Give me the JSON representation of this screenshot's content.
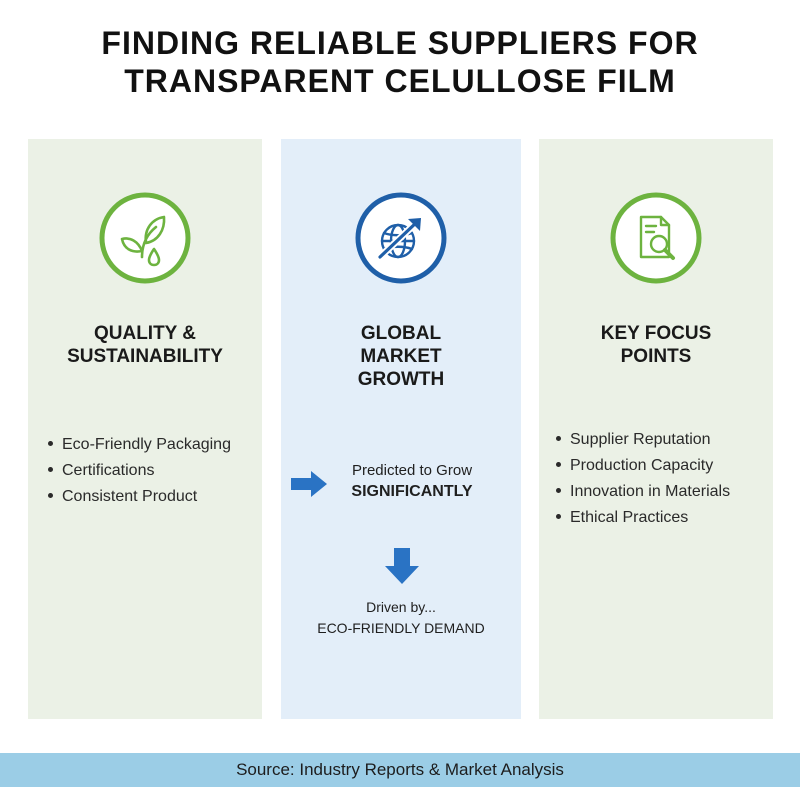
{
  "title": {
    "line1": "FINDING RELIABLE SUPPLIERS FOR",
    "line2": "TRANSPARENT CELULLOSE FILM"
  },
  "colors": {
    "green_accent": "#6db33f",
    "blue_accent": "#1f5fa8",
    "green_panel": "#ebf1e6",
    "blue_panel": "#e3eef9",
    "footer_bar": "#9bcde6"
  },
  "columns": [
    {
      "icon": "leaf-drop-icon",
      "title_line1": "QUALITY &",
      "title_line2": "SUSTAINABILITY",
      "bullets": [
        "Eco-Friendly Packaging",
        "Certifications",
        "Consistent Product"
      ]
    },
    {
      "icon": "globe-growth-arrow-icon",
      "title_line1": "GLOBAL",
      "title_line2": "MARKET",
      "title_line3": "GROWTH",
      "predicted": "Predicted to Grow",
      "significantly": "SIGNIFICANTLY",
      "driven": "Driven by...",
      "demand": "ECO-FRIENDLY DEMAND"
    },
    {
      "icon": "document-magnifier-icon",
      "title_line1": "KEY FOCUS",
      "title_line2": "POINTS",
      "bullets": [
        "Supplier Reputation",
        "Production Capacity",
        "Innovation in Materials",
        "Ethical Practices"
      ]
    }
  ],
  "footer": {
    "source": "Source: Industry Reports & Market Analysis"
  }
}
